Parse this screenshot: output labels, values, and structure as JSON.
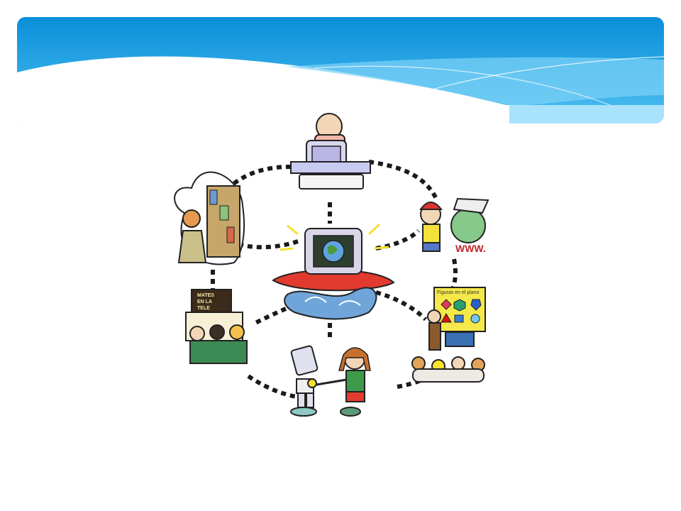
{
  "slide": {
    "title": "",
    "header_colors": {
      "top": "#0a8fd9",
      "bottom": "#55c3f2",
      "wave_light": "#a9e2fb"
    }
  },
  "illustration": {
    "tv_sign": [
      "MATES",
      "EN LA",
      "TELE"
    ],
    "www_label": "WWW.",
    "board_title": "Figuras en el plano"
  }
}
